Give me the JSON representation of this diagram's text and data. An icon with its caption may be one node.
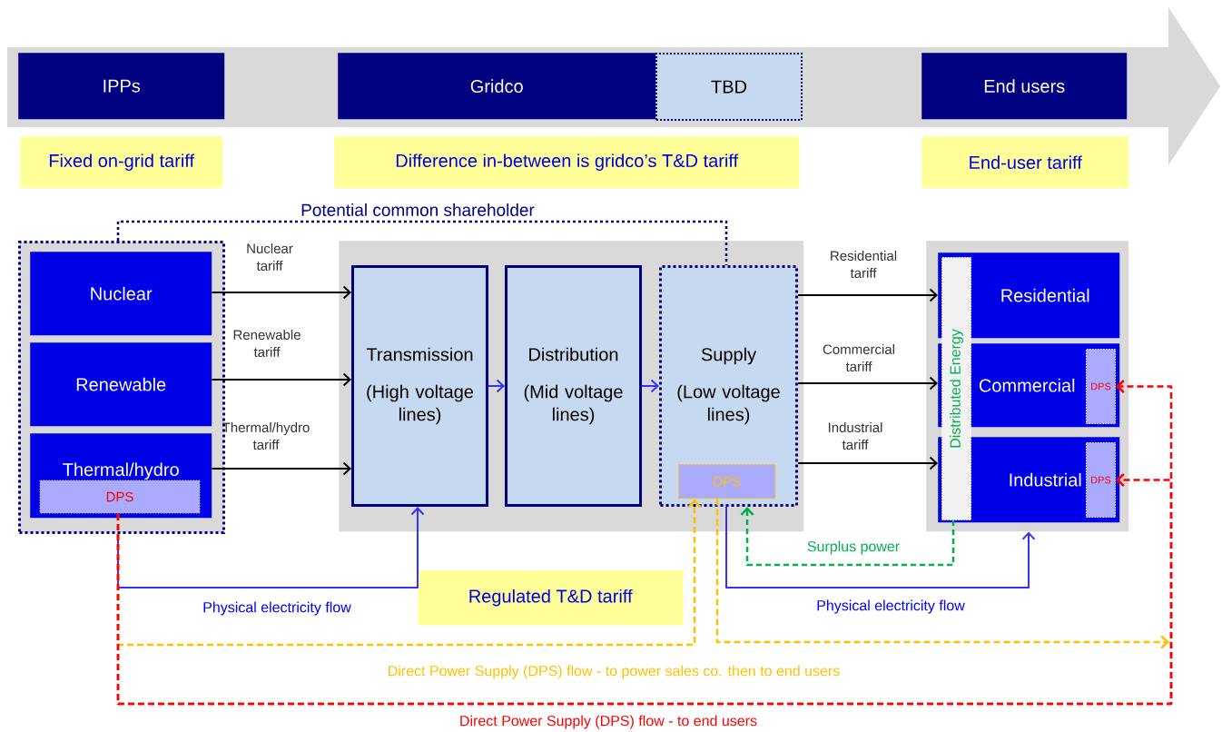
{
  "diagram": {
    "nodes": [
      {
        "text": [
          "IPPs"
        ]
      },
      {
        "text": [
          "Gridco"
        ]
      },
      {
        "text": [
          "TBD"
        ]
      },
      {
        "text": [
          "End users"
        ]
      },
      {
        "text": [
          "Fixed on-grid tariff"
        ]
      },
      {
        "text": [
          "Difference in-between is gridco’s T&D tariff"
        ]
      },
      {
        "text": [
          "End-user tariff"
        ]
      },
      {
        "text": [],
        "shape": "box"
      },
      {
        "text": [
          "Nuclear"
        ],
        "in": 7
      },
      {
        "text": [
          "Renewable"
        ],
        "in": 7
      },
      {
        "text": [
          "Thermal/hydro"
        ],
        "in": 7
      },
      {
        "text": [
          "DPS"
        ],
        "in": 10
      },
      {
        "text": [],
        "shape": "box"
      },
      {
        "text": [
          "Transmission",
          "(High voltage lines)"
        ],
        "in": 12
      },
      {
        "text": [
          "Distribution",
          "(Mid voltage lines)"
        ],
        "in": 12
      },
      {
        "text": [
          "Supply",
          "(Low voltage lines)"
        ],
        "in": 12
      },
      {
        "text": [
          "DPS"
        ],
        "in": 15
      },
      {
        "text": [],
        "shape": "box"
      },
      {
        "text": [
          "Distributed Energy"
        ],
        "in": 17
      },
      {
        "text": [
          "Residential"
        ],
        "in": 17
      },
      {
        "text": [
          "Commercial"
        ],
        "in": 17
      },
      {
        "text": [
          "DPS"
        ],
        "in": 20
      },
      {
        "text": [
          "Industrial"
        ],
        "in": 17
      },
      {
        "text": [
          "DPS"
        ],
        "in": 22
      },
      {
        "text": [
          "Regulated T&D tariff"
        ]
      }
    ],
    "edges": [
      {
        "from": 7,
        "to": 15,
        "arrow": "none",
        "label": "Potential common shareholder",
        "style": "dashed",
        "color": "#000080"
      },
      {
        "from": 8,
        "to": 13,
        "arrow": "to",
        "label": "Nuclear tariff"
      },
      {
        "from": 9,
        "to": 13,
        "arrow": "to",
        "label": "Renewable tariff"
      },
      {
        "from": 10,
        "to": 13,
        "arrow": "to",
        "label": "Thermal/hydro tariff"
      },
      {
        "from": 13,
        "to": 14,
        "arrow": "to",
        "color": "#3333ff"
      },
      {
        "from": 14,
        "to": 15,
        "arrow": "to",
        "color": "#3333ff"
      },
      {
        "from": 15,
        "to": 19,
        "arrow": "to",
        "label": "Residential tariff"
      },
      {
        "from": 15,
        "to": 20,
        "arrow": "to",
        "label": "Commercial tariff"
      },
      {
        "from": 15,
        "to": 22,
        "arrow": "to",
        "label": "Industrial tariff"
      },
      {
        "from": 7,
        "to": 13,
        "arrow": "to",
        "label": "Physical electricity flow",
        "color": "#3333ff"
      },
      {
        "from": 15,
        "to": 17,
        "arrow": "to",
        "label": "Physical electricity flow",
        "color": "#3333ff"
      },
      {
        "from": 18,
        "to": 15,
        "arrow": "to",
        "label": "Surplus power",
        "style": "dashed",
        "color": "#00b050"
      },
      {
        "from": 11,
        "to": 16,
        "arrow": "to",
        "label": "Direct Power Supply (DPS) flow - to power sales co. then to end users",
        "style": "dashed",
        "color": "#ffc000"
      },
      {
        "from": 16,
        "to": null,
        "arrow": "to",
        "style": "dashed",
        "color": "#ffc000"
      },
      {
        "from": 11,
        "to": 21,
        "arrow": "to",
        "label": "Direct Power Supply (DPS) flow - to end users",
        "style": "dashed",
        "color": "#ff0000"
      },
      {
        "from": 11,
        "to": 23,
        "arrow": "to",
        "style": "dashed",
        "color": "#ff0000"
      }
    ]
  }
}
